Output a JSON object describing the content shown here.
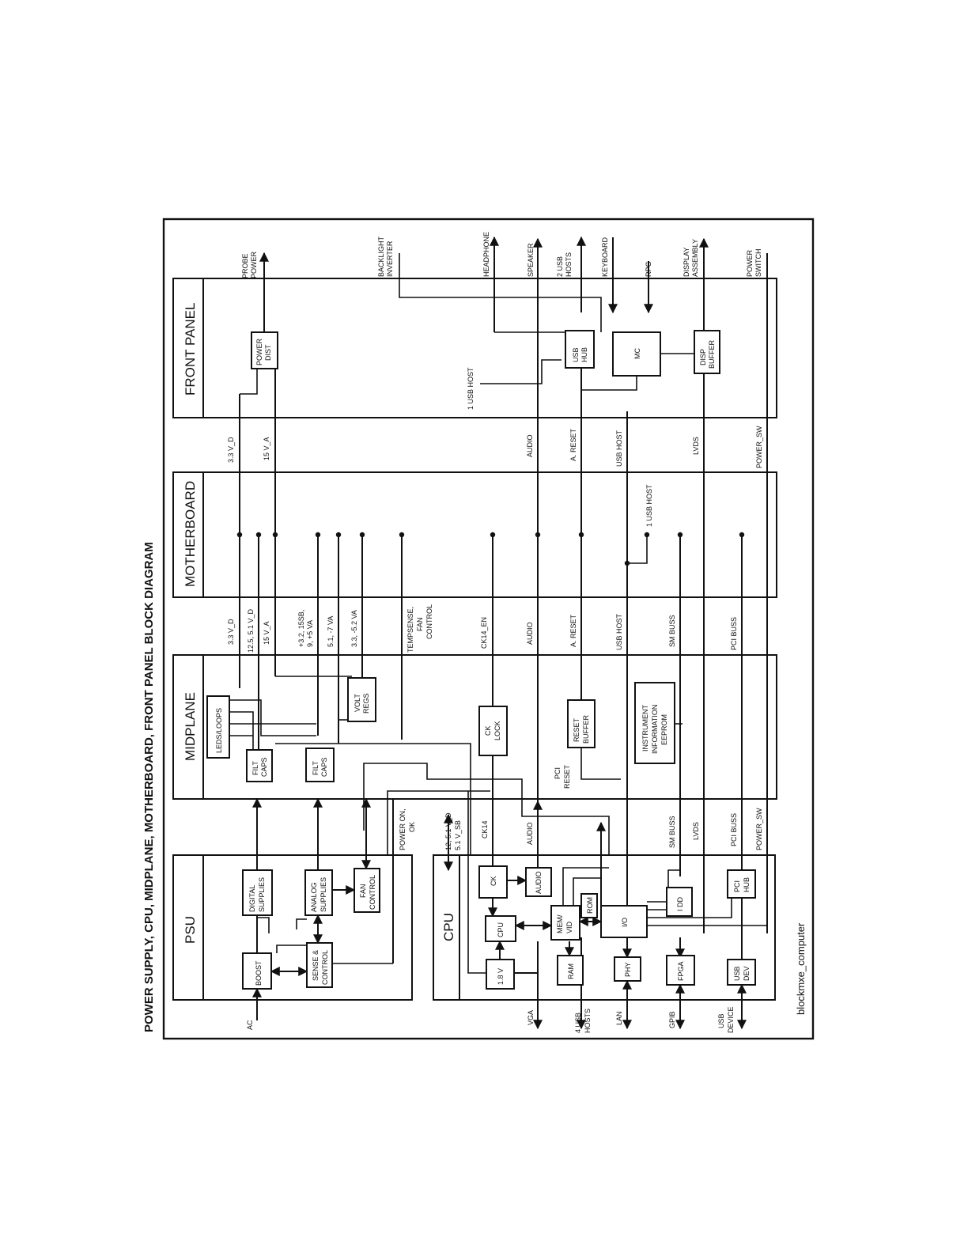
{
  "title": "POWER SUPPLY, CPU, MIDPLANE, MOTHERBOARD, FRONT PANEL BLOCK DIAGRAM",
  "figure_id": "blockmxe_computer",
  "sections": {
    "front_panel": "FRONT PANEL",
    "motherboard": "MOTHERBOARD",
    "midplane": "MIDPLANE",
    "psu": "PSU",
    "cpu": "CPU"
  },
  "front_panel_blocks": {
    "power_dist": [
      "POWER",
      "DIST"
    ],
    "usb_hub": [
      "USB",
      "HUB"
    ],
    "mc": "MC",
    "disp_buffer": [
      "DISP",
      "BUFFER"
    ],
    "one_usb_host": "1 USB HOST"
  },
  "external_right": {
    "probe_power": [
      "PROBE",
      "POWER"
    ],
    "backlight_inverter": [
      "BACKLIGHT",
      "INVERTER"
    ],
    "headphone": "HEADPHONE",
    "speaker": "SPEAKER",
    "two_usb_hosts": [
      "2 USB",
      "HOSTS"
    ],
    "keyboard": "KEYBOARD",
    "rpg": "RPG",
    "display_assembly": [
      "DISPLAY",
      "ASSEMBLY"
    ],
    "power_switch": [
      "POWER",
      "SWITCH"
    ]
  },
  "mb_fp_signals": {
    "v33d": "3.3 V_D",
    "v15a": "15 V_A",
    "audio": "AUDIO",
    "a_reset": "A. RESET",
    "usb_host": "USB HOST",
    "lvds": "LVDS",
    "power_sw": "POWER_SW"
  },
  "motherboard_blocks": {
    "one_usb_host": "1 USB HOST"
  },
  "mid_mb_signals": {
    "v33d": "3.3 V_D",
    "v125": "12.5, 5.1 V_D",
    "v15a": "15 V_A",
    "analog_rails": [
      "+3.2, 15SB,",
      "9, +5 VA"
    ],
    "v51": "5.1, -7 VA",
    "v33neg": "3.3, -5.2 VA",
    "tempsense": [
      "TEMPSENSE,",
      "FAN",
      "CONTROL"
    ],
    "ck14_en": "CK14_EN",
    "audio": "AUDIO",
    "a_reset": "A. RESET",
    "usb_host": "USB HOST",
    "sm_buss": "SM BUSS",
    "pci_buss": "PCI BUSS"
  },
  "midplane_blocks": {
    "leds_loops": "LEDS/LOOPS",
    "filt_caps_1": [
      "FILT",
      "CAPS"
    ],
    "filt_caps_2": [
      "FILT",
      "CAPS"
    ],
    "volt_regs": [
      "VOLT",
      "REGS"
    ],
    "ck_lock": [
      "CK",
      "LOCK"
    ],
    "reset_buffer": [
      "RESET",
      "BUFFER"
    ],
    "instrument_eeprom": [
      "INSTRUMENT",
      "INFORMATION",
      "EEPROM"
    ],
    "pci_reset": [
      "PCI",
      "RESET"
    ]
  },
  "lower_signals": {
    "power_on_ok": [
      "POWER ON,",
      "OK"
    ],
    "cpu_rails": [
      "12, 5.1 V_D",
      "5.1 V_SB"
    ],
    "ck14": "CK14",
    "audio": "AUDIO",
    "sm_buss": "SM BUSS",
    "lvds": "LVDS",
    "pci_buss": "PCI BUSS",
    "power_sw": "POWER_SW"
  },
  "psu_blocks": {
    "digital_supplies": [
      "DIGITAL",
      "SUPPLIES"
    ],
    "analog_supplies": [
      "ANALOG",
      "SUPPLIES"
    ],
    "fan_control": [
      "FAN",
      "CONTROL"
    ],
    "boost": "BOOST",
    "sense_control": [
      "SENSE &",
      "CONTROL"
    ]
  },
  "cpu_blocks": {
    "ck": "CK",
    "audio": "AUDIO",
    "cpu": "CPU",
    "mem_vid": [
      "MEM/",
      "VID"
    ],
    "rom": "ROM",
    "io": "I/O",
    "idd": "I DD",
    "pci_hub": [
      "PCI",
      "HUB"
    ],
    "v18": "1.8 V",
    "ram": "RAM",
    "phy": "PHY",
    "fpga": "FPGA",
    "usb_dev": [
      "USB",
      "DEV"
    ]
  },
  "external_left": {
    "ac": "AC",
    "vga": "VGA",
    "four_usb_hosts": [
      "4 USB",
      "HOSTS"
    ],
    "lan": "LAN",
    "gpib": "GPIB",
    "usb_device": [
      "USB",
      "DEVICE"
    ]
  }
}
